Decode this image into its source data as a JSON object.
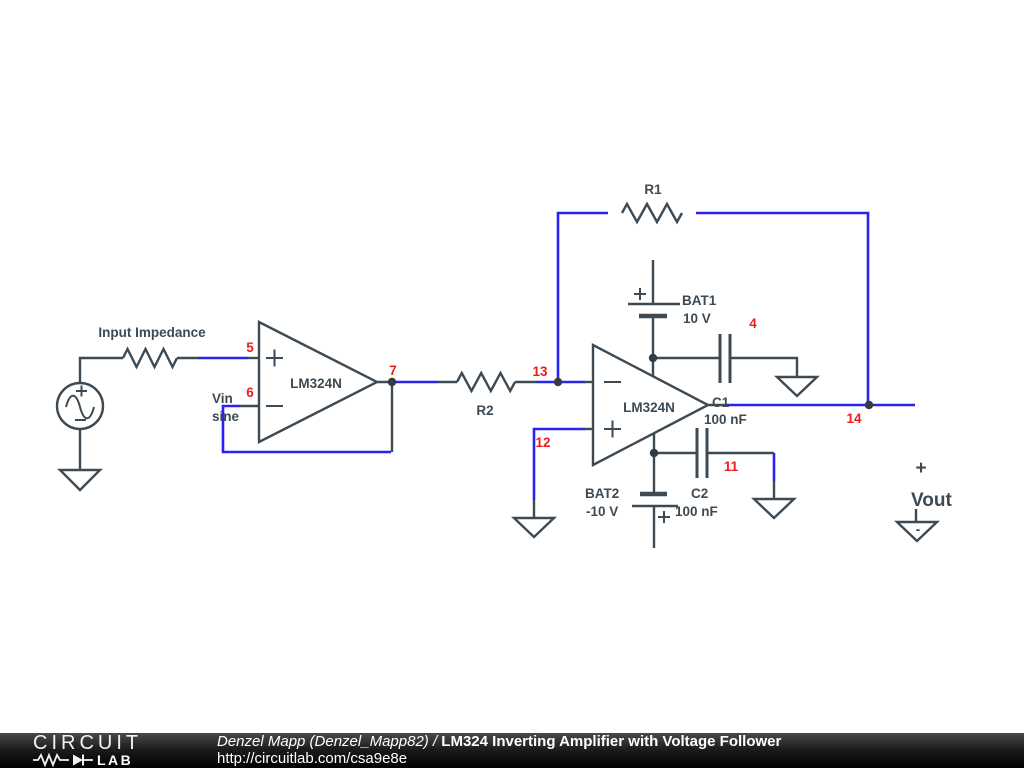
{
  "colors": {
    "wire_blue": "#2a22ee",
    "symbol_gray": "#3d4a53",
    "node_red": "#ee1c1c",
    "footer_bg": "#000000",
    "footer_text": "#ffffff"
  },
  "schematic": {
    "labels": {
      "input_impedance": "Input Impedance",
      "vin_name": "Vin",
      "vin_type": "sine",
      "opamp1": "LM324N",
      "opamp2": "LM324N",
      "r1": "R1",
      "r2": "R2",
      "bat1_name": "BAT1",
      "bat1_value": "10 V",
      "bat2_name": "BAT2",
      "bat2_value": "-10 V",
      "c1_name": "C1",
      "c1_value": "100 nF",
      "c2_name": "C2",
      "c2_value": "100 nF",
      "vout": "Vout",
      "vout_plus": "+",
      "vout_minus": "-"
    },
    "node_numbers": {
      "n4": "4",
      "n5": "5",
      "n6": "6",
      "n7": "7",
      "n11": "11",
      "n12": "12",
      "n13": "13",
      "n14": "14"
    }
  },
  "footer": {
    "logo_line1": "CIRCUIT",
    "logo_line2": "LAB",
    "author_prefix": "Denzel Mapp (Denzel_Mapp82) / ",
    "circuit_title": "LM324 Inverting Amplifier with Voltage Follower",
    "url": "http://circuitlab.com/csa9e8e"
  }
}
